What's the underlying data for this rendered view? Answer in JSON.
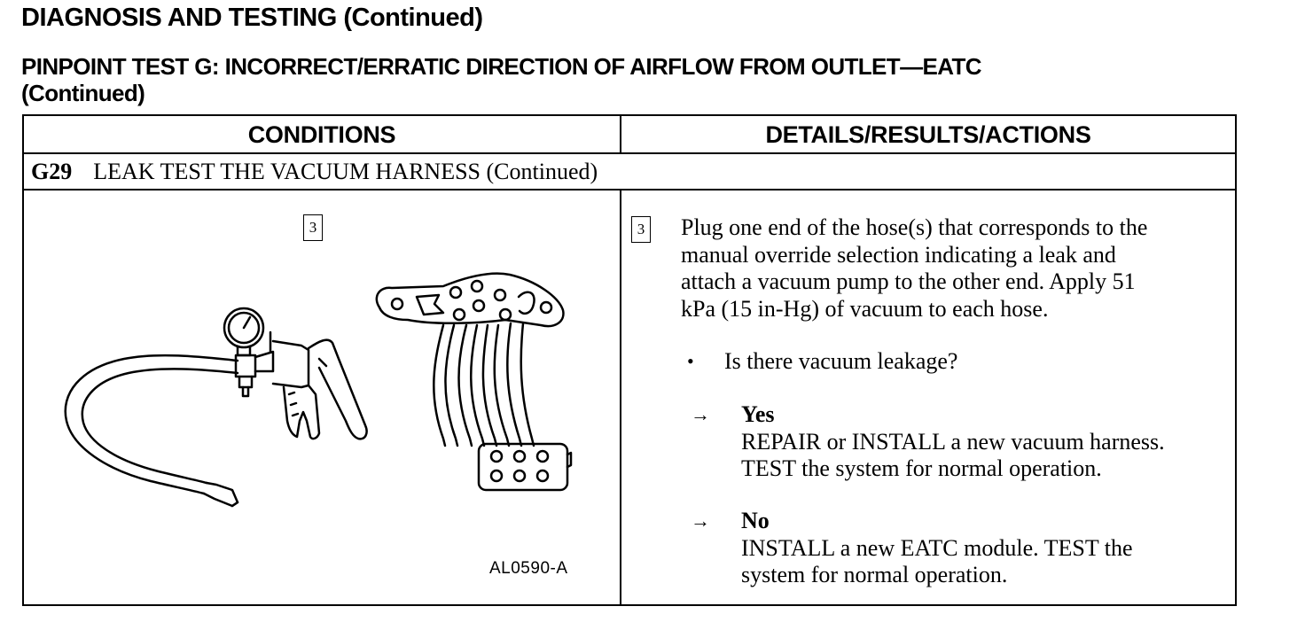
{
  "header": {
    "section_title": "DIAGNOSIS AND TESTING (Continued)"
  },
  "test": {
    "title_line1": "PINPOINT TEST G:  INCORRECT/ERRATIC DIRECTION OF AIRFLOW FROM OUTLET—EATC",
    "title_line2": "(Continued)"
  },
  "table": {
    "col_conditions": "CONDITIONS",
    "col_details": "DETAILS/RESULTS/ACTIONS",
    "step_id": "G29",
    "step_title": "LEAK TEST THE VACUUM HARNESS (Continued)",
    "figure": {
      "step_marker": "3",
      "label": "AL0590-A"
    },
    "details": {
      "step_marker": "3",
      "instruction_lines": [
        "Plug one end of the hose(s) that corresponds to the",
        "manual override selection indicating a leak and",
        "attach a vacuum pump to the other end. Apply 51",
        "kPa (15 in-Hg) of vacuum to each hose."
      ],
      "bullet_symbol": "•",
      "question": "Is there vacuum leakage?",
      "arrow_symbol": "→",
      "yes": {
        "label": "Yes",
        "line1": "REPAIR or INSTALL a new vacuum harness.",
        "line2": "TEST the system for normal operation."
      },
      "no": {
        "label": "No",
        "line1": "INSTALL a new EATC module. TEST the",
        "line2": "system for normal operation."
      }
    }
  }
}
